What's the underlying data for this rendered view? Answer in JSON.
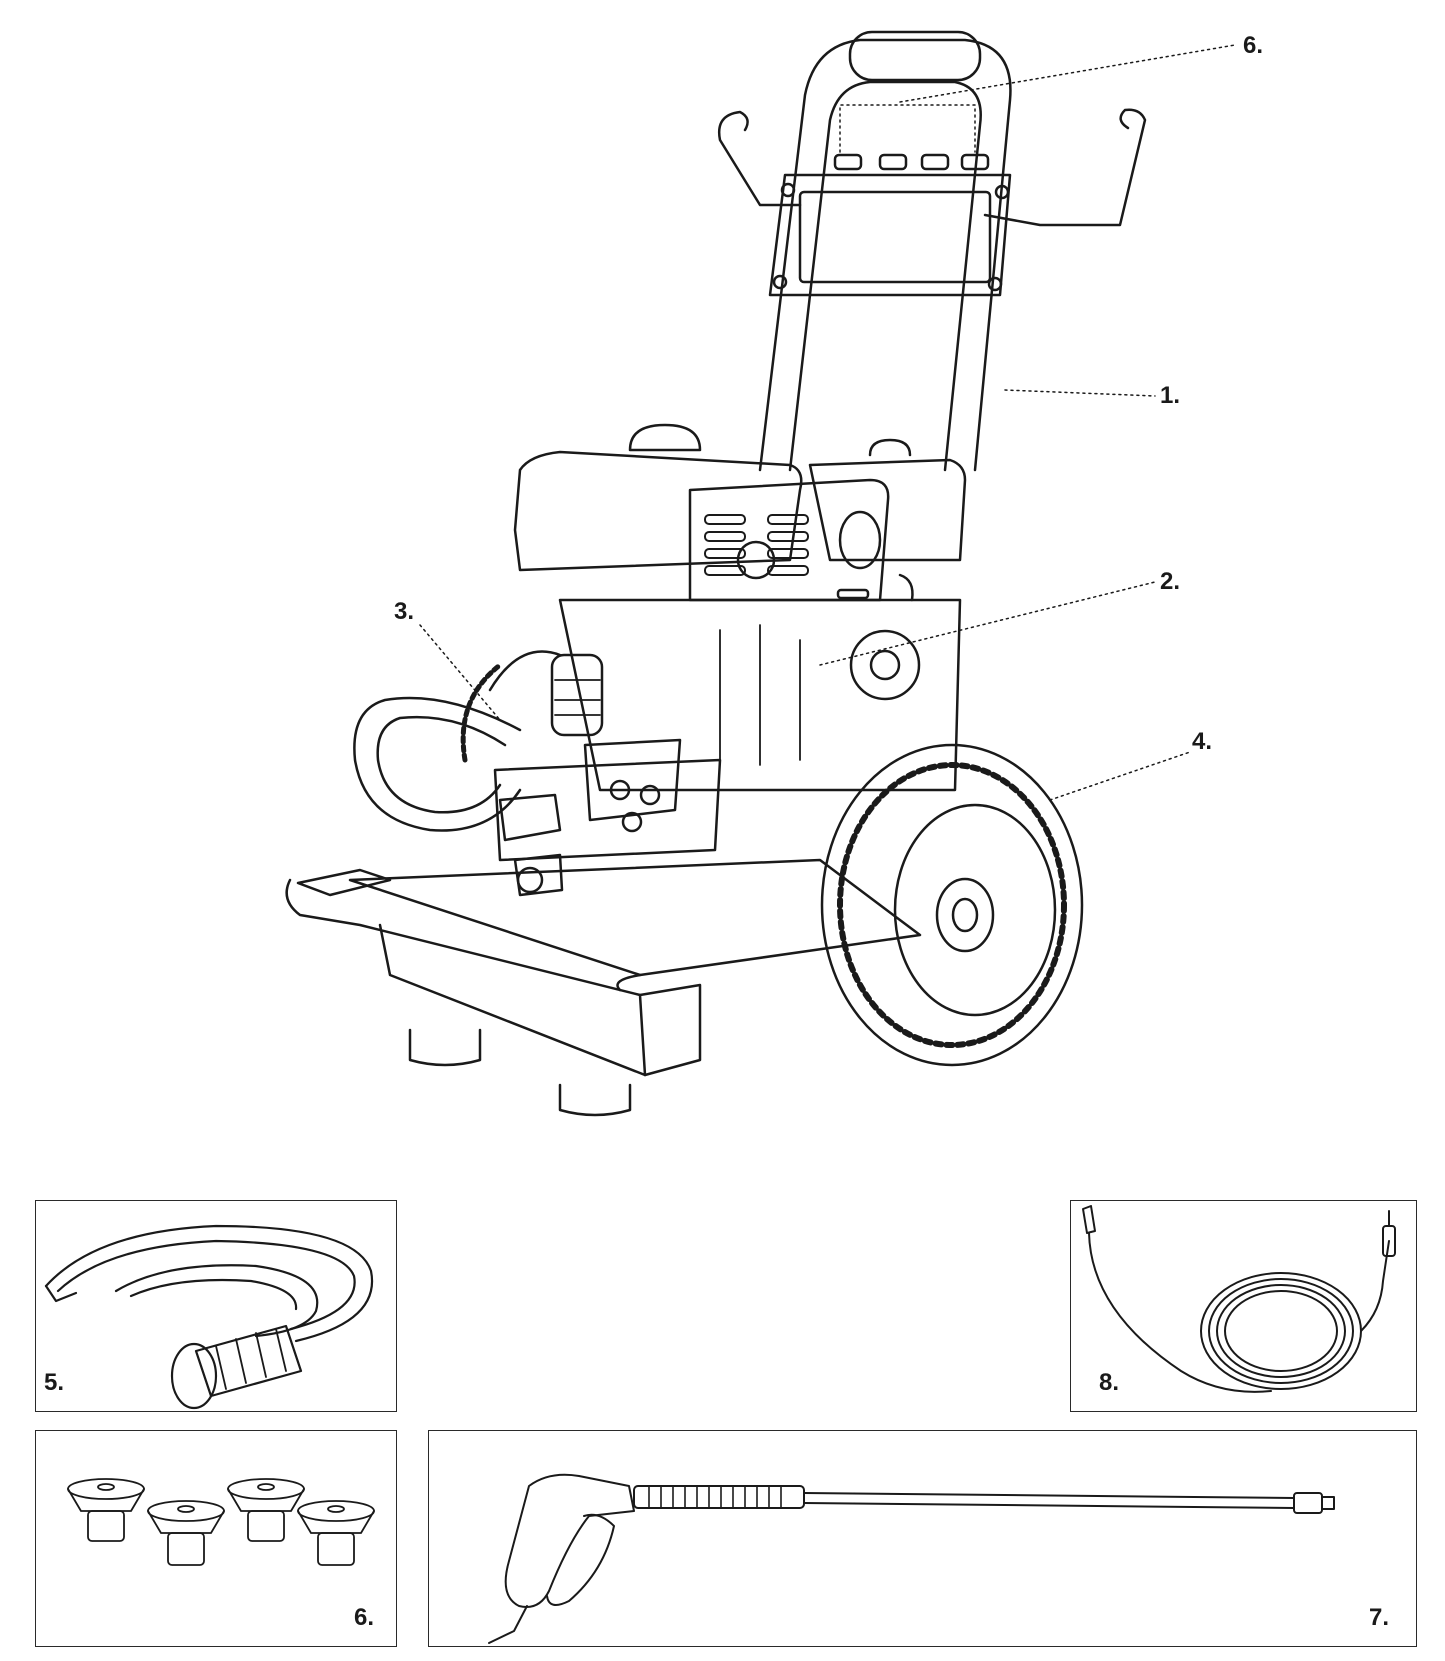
{
  "callouts": {
    "frame": "1.",
    "engine": "2.",
    "pump": "3.",
    "wheel": "4.",
    "nozzle_holder": "6."
  },
  "panels": {
    "inlet_hose": "5.",
    "nozzles": "6.",
    "spray_gun": "7.",
    "high_pressure_hose": "8."
  },
  "colors": {
    "line": "#1a1a1a",
    "background": "#ffffff"
  }
}
